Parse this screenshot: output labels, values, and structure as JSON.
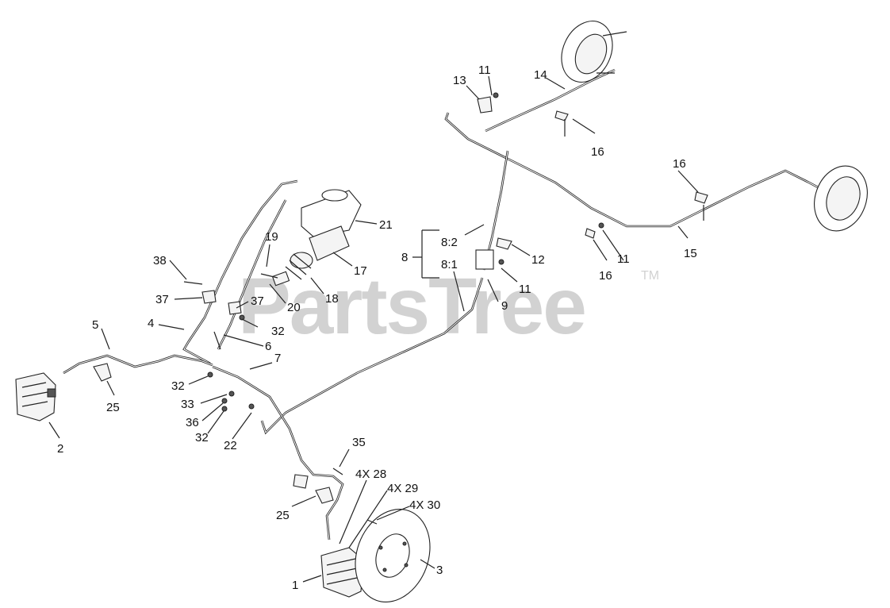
{
  "watermark": {
    "brand": "PartsTree",
    "trademark": "TM"
  },
  "callouts": {
    "c1": "1",
    "c2": "2",
    "c3": "3",
    "c4": "4",
    "c5": "5",
    "c6": "6",
    "c7": "7",
    "c8": "8",
    "c8_1": "8:1",
    "c8_2": "8:2",
    "c9": "9",
    "c11a": "11",
    "c11b": "11",
    "c11c": "11",
    "c12": "12",
    "c13": "13",
    "c14": "14",
    "c15": "15",
    "c16a": "16",
    "c16b": "16",
    "c16c": "16",
    "c17": "17",
    "c18": "18",
    "c19": "19",
    "c20": "20",
    "c21": "21",
    "c22": "22",
    "c25a": "25",
    "c25b": "25",
    "c28": "4X 28",
    "c29": "4X 29",
    "c30": "4X 30",
    "c32a": "32",
    "c32b": "32",
    "c32c": "32",
    "c33": "33",
    "c35": "35",
    "c36": "36",
    "c37a": "37",
    "c37b": "37",
    "c38": "38"
  }
}
